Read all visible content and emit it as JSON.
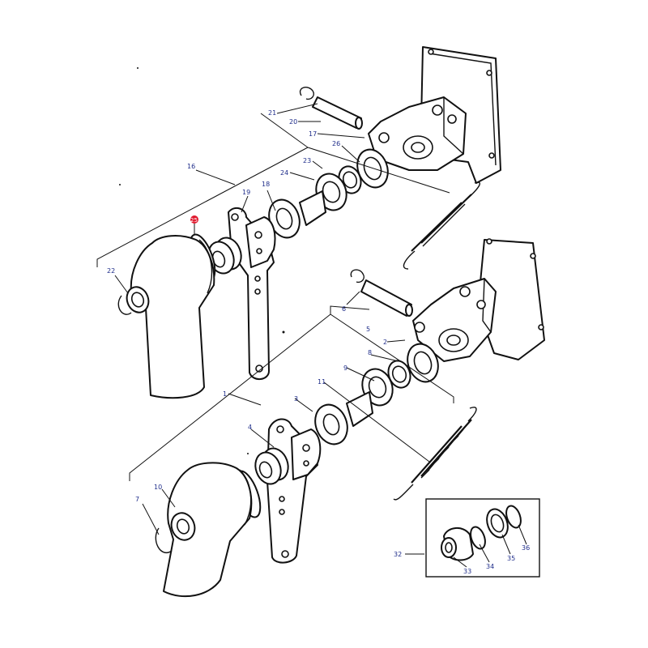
{
  "colors": {
    "line": "#111111",
    "label": "#1f2d8a",
    "highlight": "#e0182d",
    "background": "#ffffff"
  },
  "labels": {
    "l1": "1",
    "l2": "2",
    "l3": "3",
    "l4": "4",
    "l5": "5",
    "l6": "6",
    "l7": "7",
    "l8": "8",
    "l9": "9",
    "l10": "10",
    "l11": "11",
    "l16": "16",
    "l17": "17",
    "l18": "18",
    "l19": "19",
    "l20": "20",
    "l21": "21",
    "l22": "22",
    "l23": "23",
    "l24": "24",
    "l25": "25",
    "l26": "26",
    "l32": "32",
    "l33": "33",
    "l34": "34",
    "l35": "35",
    "l36": "36"
  },
  "highlighted_part": "25"
}
